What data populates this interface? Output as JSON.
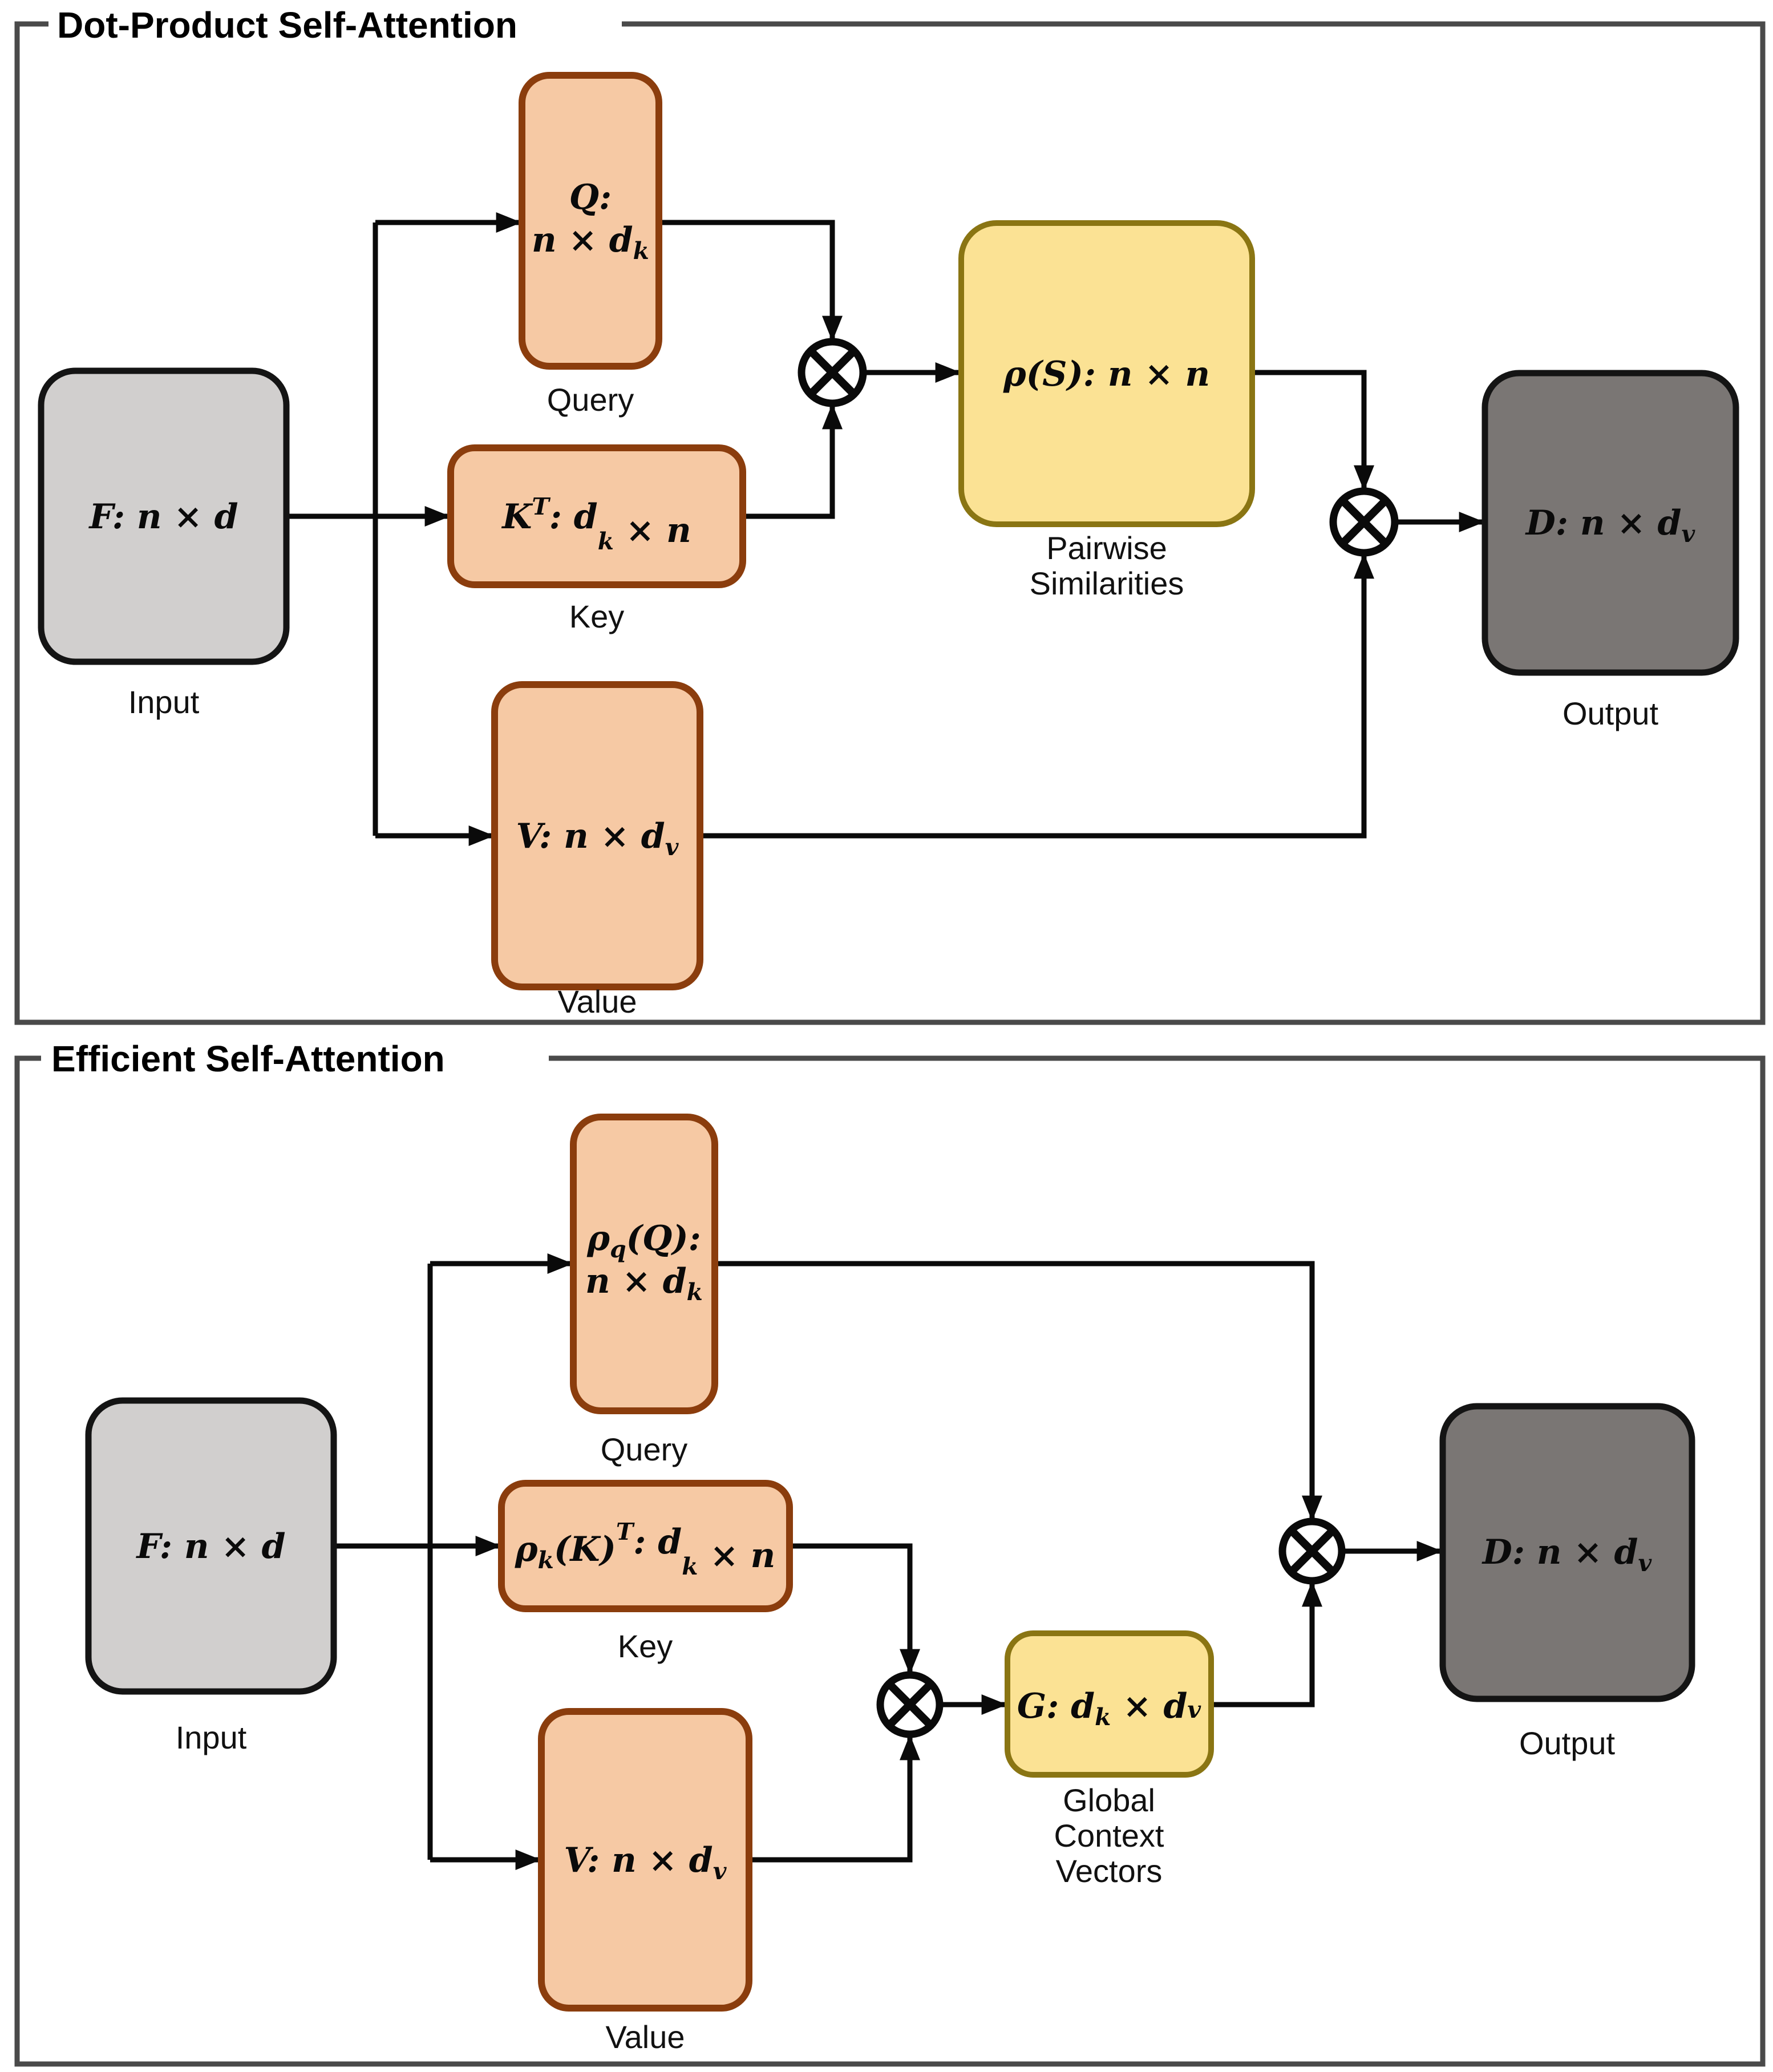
{
  "colors": {
    "matrix_orange_fill": "#F6C9A4",
    "matrix_orange_stroke": "#8B3D0D",
    "context_yellow_fill": "#FBE294",
    "context_yellow_stroke": "#8A7513",
    "input_gray_fill": "#D1CFCE",
    "output_gray_fill": "#7A7674",
    "line_black": "#0a0a0a",
    "panel_border_gray": "#4a4a4a"
  },
  "panels": {
    "top": {
      "title": "Dot-Product Self-Attention",
      "input": {
        "math": "F: n × d",
        "label": "Input"
      },
      "query": {
        "lines": [
          "Q:",
          "n × d_k"
        ],
        "label": "Query"
      },
      "key": {
        "math": "K^T: d_k × n",
        "label": "Key"
      },
      "value": {
        "math": "V: n × d_v",
        "label": "Value"
      },
      "similarities": {
        "math": "ρ(S): n × n",
        "labels": [
          "Pairwise",
          "Similarities"
        ]
      },
      "output": {
        "math": "D: n × d_v",
        "label": "Output"
      }
    },
    "bottom": {
      "title": "Efficient Self-Attention",
      "input": {
        "math": "F: n × d",
        "label": "Input"
      },
      "query": {
        "lines": [
          "ρ_q(Q):",
          "n × d_k"
        ],
        "label": "Query"
      },
      "key": {
        "math": "ρ_k(K)^T: d_k × n",
        "label": "Key"
      },
      "value": {
        "math": "V: n × d_v",
        "label": "Value"
      },
      "global": {
        "math": "G: d_k × d_v",
        "labels": [
          "Global",
          "Context",
          "Vectors"
        ]
      },
      "output": {
        "math": "D: n × d_v",
        "label": "Output"
      }
    }
  }
}
